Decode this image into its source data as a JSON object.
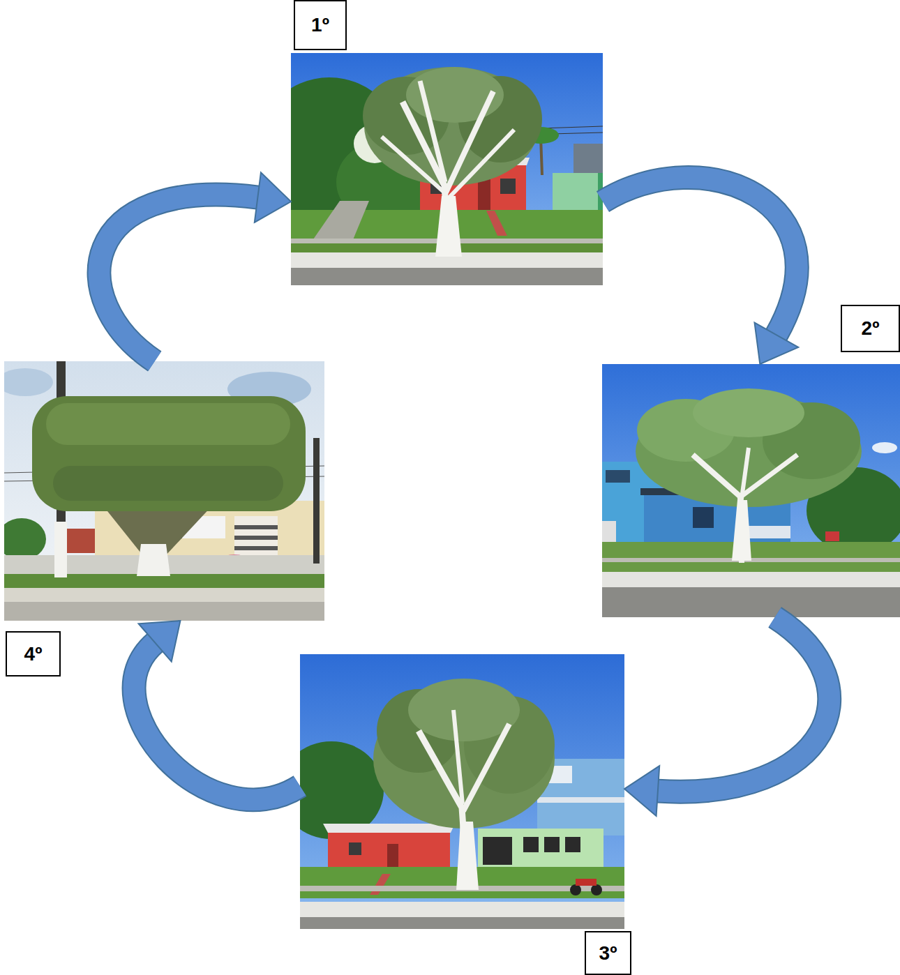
{
  "diagram": {
    "nodes": [
      {
        "text": [
          "1º"
        ]
      },
      {
        "text": [
          "2º"
        ]
      },
      {
        "text": [
          "3º"
        ]
      },
      {
        "text": [
          "4º"
        ]
      }
    ],
    "edges": [
      {
        "from": 0,
        "to": 1,
        "arrow": "to"
      },
      {
        "from": 1,
        "to": 2,
        "arrow": "to"
      },
      {
        "from": 2,
        "to": 3,
        "arrow": "to"
      },
      {
        "from": 3,
        "to": 0,
        "arrow": "to"
      }
    ]
  }
}
